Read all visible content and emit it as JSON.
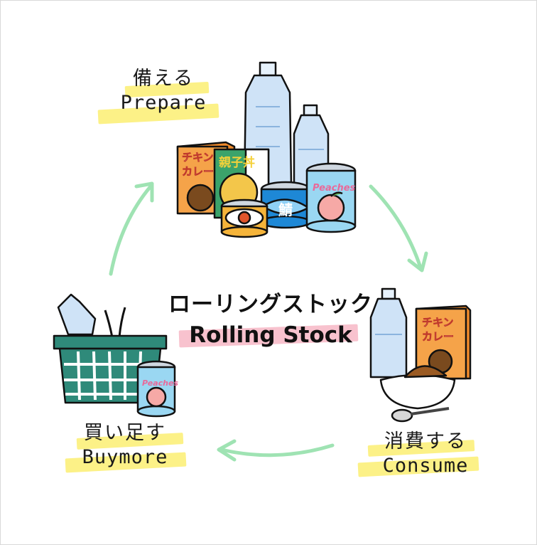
{
  "colors": {
    "highlight_yellow": "#fbee72",
    "highlight_pink": "#f7b7c6",
    "arrow_green": "#9fe3b3",
    "basket_green": "#2f8a7a",
    "bottle_blue": "#cfe3f7",
    "box_orange": "#f08a2a",
    "peach_can": "#9ad7f2"
  },
  "center": {
    "title_ja": "ローリングストック",
    "title_en": "Rolling Stock"
  },
  "steps": {
    "prepare": {
      "ja": "備える",
      "en": "Prepare"
    },
    "consume": {
      "ja": "消費する",
      "en": "Consume"
    },
    "buymore": {
      "ja": "買い足す",
      "en": "Buymore"
    }
  },
  "package_text": {
    "curry_ja": "チキン\nカレー",
    "curry_line1": "チキン",
    "curry_line2": "カレー",
    "oyakodon": "親子丼",
    "saba": "鯖",
    "peaches": "Peaches"
  }
}
